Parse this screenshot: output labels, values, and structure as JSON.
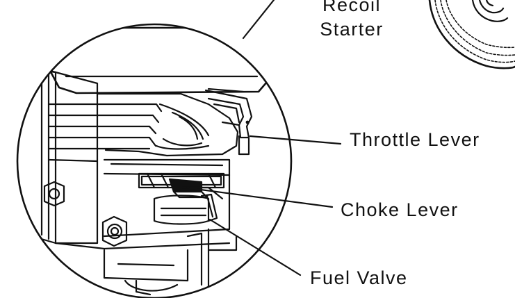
{
  "labels": {
    "recoil_line1": "Recoil",
    "recoil_line2": "Starter",
    "throttle": "Throttle Lever",
    "choke": "Choke Lever",
    "fuel": "Fuel Valve"
  },
  "colors": {
    "ink": "#111111",
    "background": "#ffffff"
  }
}
